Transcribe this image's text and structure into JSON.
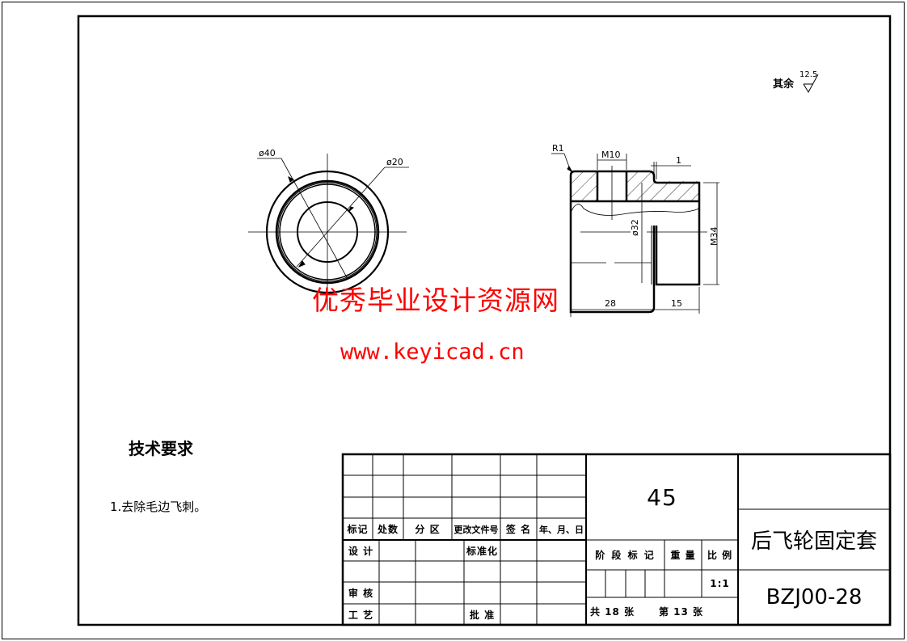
{
  "drawing": {
    "surface_roughness": {
      "label": "其余",
      "value": "12.5"
    },
    "front_view": {
      "outer_diameter": "ø40",
      "inner_diameter": "ø20"
    },
    "section_view": {
      "radius": "R1",
      "thread_hole": "M10",
      "groove": "1",
      "bore": "ø32",
      "outer_thread": "M34",
      "length_left": "28",
      "length_right": "15"
    },
    "watermark": {
      "title": "优秀毕业设计资源网",
      "url": "www.keyicad.cn"
    },
    "tech_requirements": {
      "heading": "技术要求",
      "items": [
        "1.去除毛边飞刺。"
      ]
    }
  },
  "title_block": {
    "revision_headers": [
      "标记",
      "处数",
      "分 区",
      "更改文件号",
      "签 名",
      "年、月、日"
    ],
    "roles": {
      "design": "设 计",
      "standardization": "标准化",
      "review": "审 核",
      "process": "工 艺",
      "approve": "批 准"
    },
    "material": "45",
    "stage_mark_label": "阶 段 标 记",
    "weight_label": "重 量",
    "scale_label": "比 例",
    "scale_value": "1:1",
    "sheet_total": "共 18 张",
    "sheet_number": "第 13 张",
    "part_name": "后飞轮固定套",
    "drawing_number": "BZJ00-28"
  }
}
